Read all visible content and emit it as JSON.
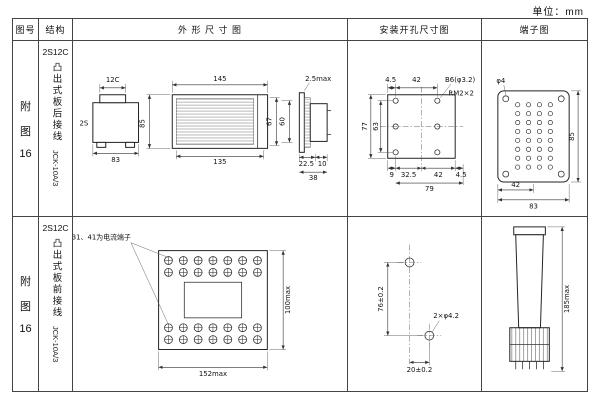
{
  "unit_label": "单位：mm",
  "headers": {
    "fig_no": "图号",
    "structure": "结构",
    "outline": "外 形 尺 寸 图",
    "mounting": "安装开孔尺寸图",
    "terminal": "端子图"
  },
  "rows": [
    {
      "fig": {
        "c1": "附",
        "c2": "图",
        "c3": "16"
      },
      "structure": {
        "model": "2S12C",
        "desc": "凸出式板后接线",
        "type": "JCK-10A/3"
      },
      "outline": {
        "w_top_tab": "12C",
        "label_2s": "2S",
        "w_base": "83",
        "h_body": "85",
        "w_front": "145",
        "w_inner": "135",
        "h_inner": "67",
        "h_window": "60",
        "panel_gap": "2.5max",
        "d_front": "22.5",
        "d_panel": "10",
        "d_total": "38"
      },
      "mounting": {
        "m_edge_top": "4.5",
        "m_pitch_top": "42",
        "hole_spec": "B6(φ3.2)",
        "screw_spec": "RM2×2",
        "h_outer": "77",
        "h_inner": "63",
        "m_b1": "9",
        "m_b2": "32.5",
        "m_b3": "42",
        "m_edge_r": "4.5",
        "m_total": "79"
      },
      "terminal": {
        "hole": "φ4",
        "h": "85",
        "w_half": "42",
        "w": "83"
      }
    },
    {
      "fig": {
        "c1": "附",
        "c2": "图",
        "c3": "16"
      },
      "structure": {
        "model": "2S12C",
        "desc": "凸出式板前接线",
        "type": "JCK-10A/3"
      },
      "outline": {
        "note": "31、41为电流端子",
        "h": "100max",
        "w": "152max"
      },
      "mounting": {
        "v_pitch": "76±0.2",
        "hole_spec": "2×φ4.2",
        "h_offset": "20±0.2"
      },
      "terminal": {
        "h": "185max"
      }
    }
  ]
}
